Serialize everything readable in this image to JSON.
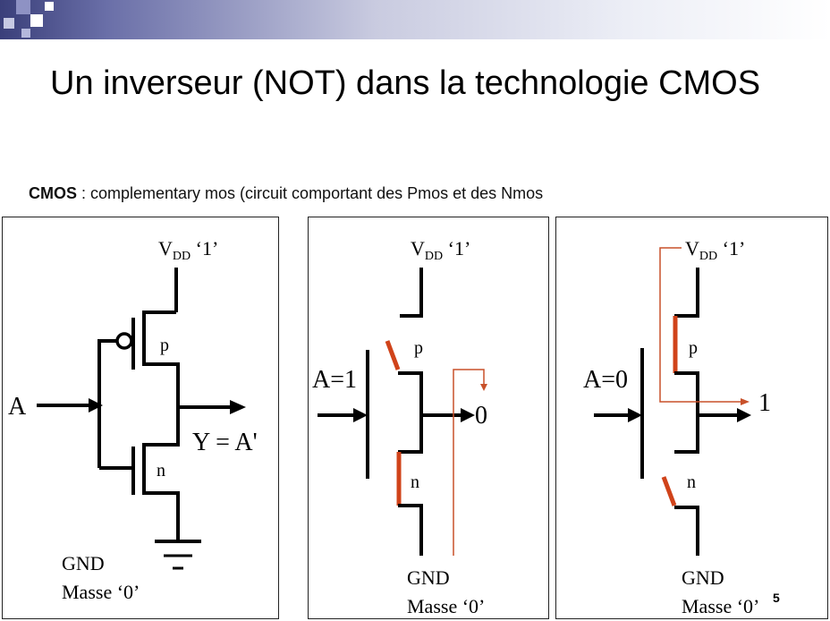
{
  "title": "Un inverseur (NOT) dans la technologie CMOS",
  "subtitle": {
    "term": "CMOS",
    "rest": " : complementary mos (circuit comportant des Pmos et des Nmos"
  },
  "panels": [
    {
      "vdd_main": "V",
      "vdd_sub": "DD",
      "vdd_value": " ‘1’",
      "p_label": "p",
      "n_label": "n",
      "input_label": "A",
      "output_label": "Y = A'",
      "gnd_label": "GND",
      "masse_label": "Masse ‘0’"
    },
    {
      "vdd_main": "V",
      "vdd_sub": "DD",
      "vdd_value": " ‘1’",
      "p_label": "p",
      "n_label": "n",
      "input_label": "A=1",
      "output_label": "0",
      "gnd_label": "GND",
      "masse_label": "Masse ‘0’"
    },
    {
      "vdd_main": "V",
      "vdd_sub": "DD",
      "vdd_value": " ‘1’",
      "p_label": "p",
      "n_label": "n",
      "input_label": "A=0",
      "output_label": "1",
      "gnd_label": "GND",
      "masse_label": "Masse ‘0’"
    }
  ],
  "page_number": "5",
  "colors": {
    "wire": "#000000",
    "active_path": "#d0431a",
    "current_flow": "#c8512a"
  }
}
